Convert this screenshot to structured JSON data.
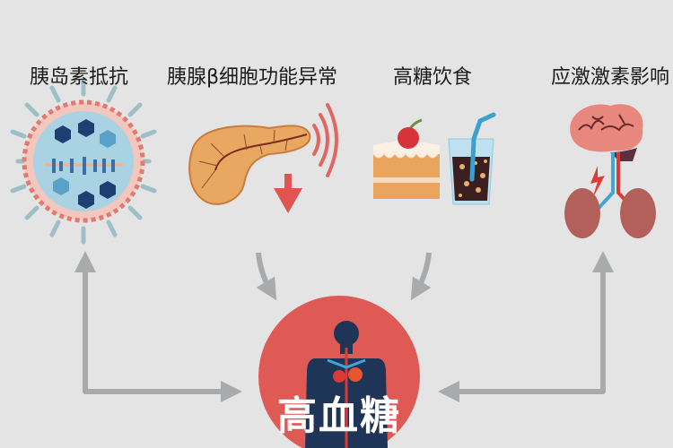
{
  "causes": [
    {
      "label": "胰岛素抵抗",
      "icon": "insulin-cell-icon"
    },
    {
      "label": "胰腺β细胞功能异常",
      "icon": "pancreas-icon"
    },
    {
      "label": "高糖饮食",
      "icon": "cake-and-soda-icon"
    },
    {
      "label": "应激激素影响",
      "icon": "brain-adrenal-icon"
    }
  ],
  "result": {
    "label": "高血糖",
    "icon": "human-body-icon"
  },
  "colors": {
    "background": "#e4e4e5",
    "arrow": "#a8aaac",
    "circle": "#e05a55",
    "body": "#1f3557"
  }
}
